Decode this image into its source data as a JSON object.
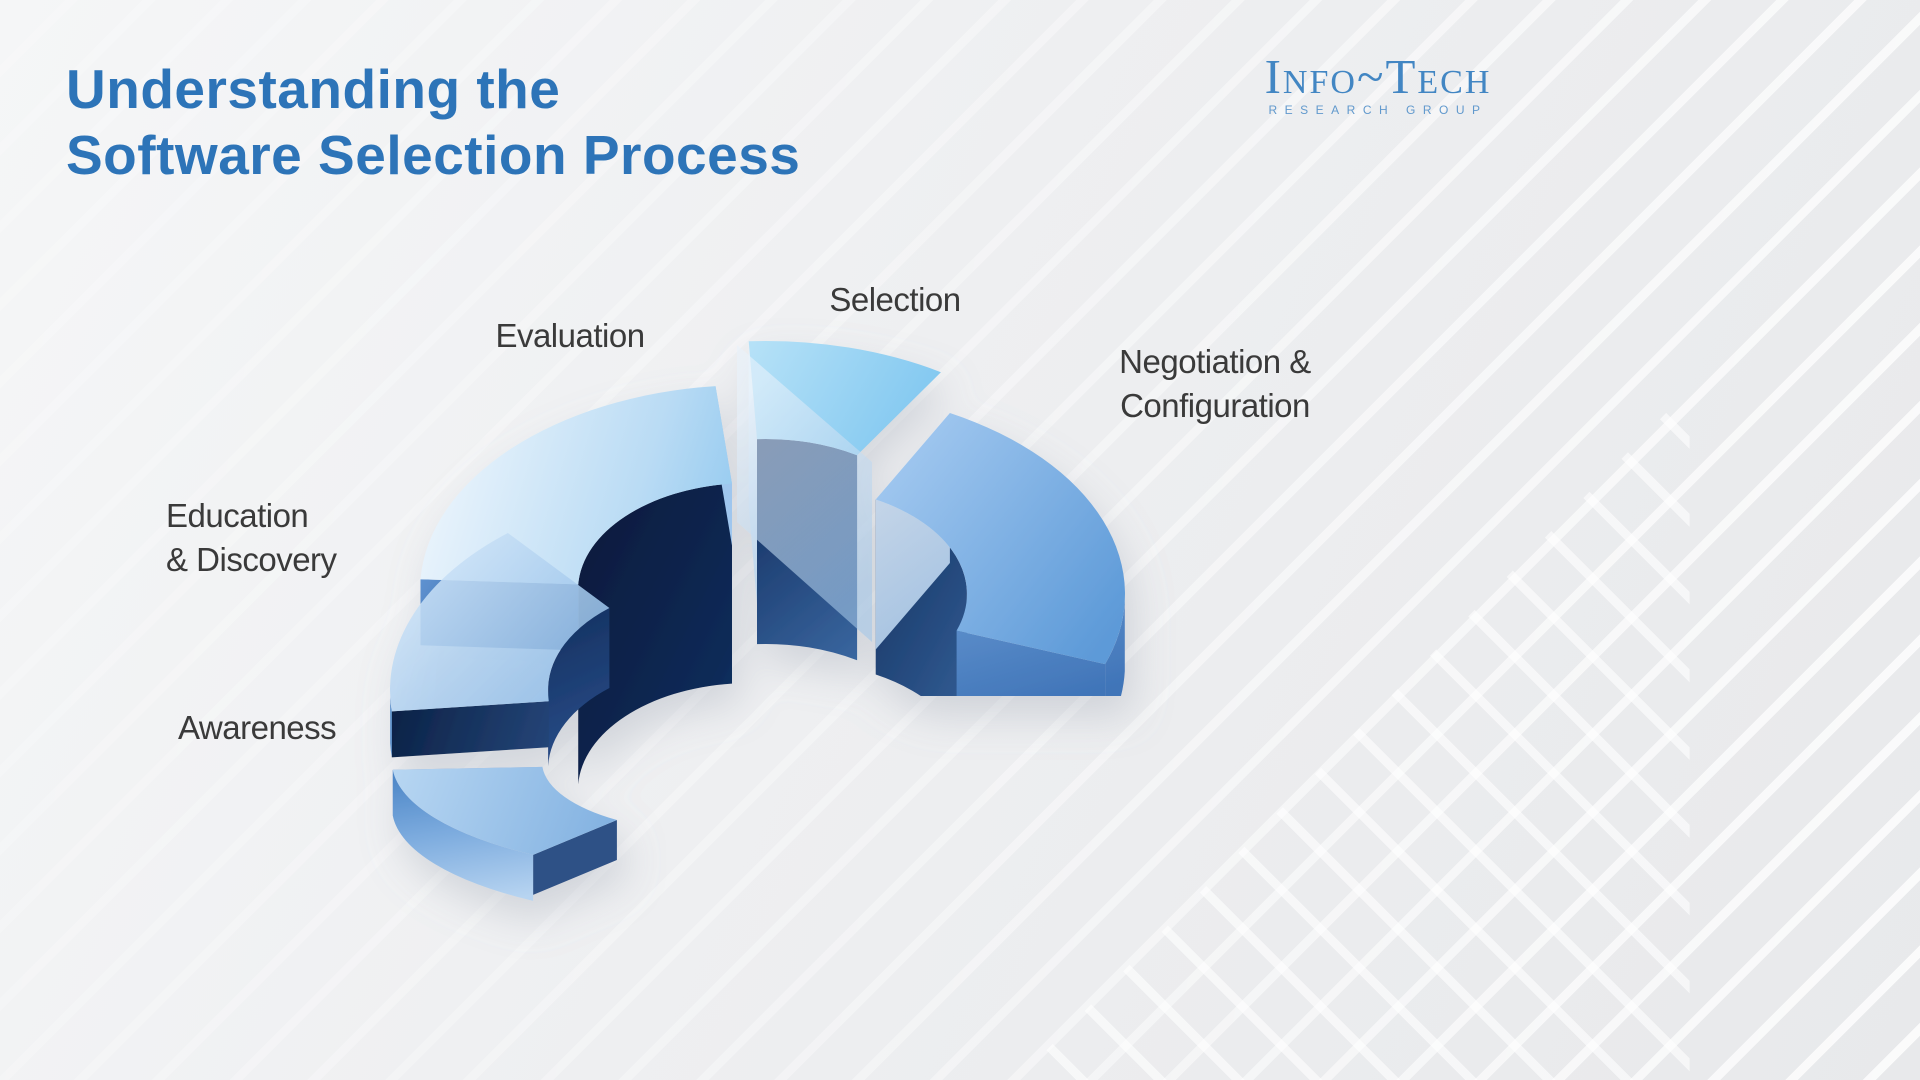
{
  "slide": {
    "title_line1": "Understanding the",
    "title_line2": "Software Selection Process"
  },
  "logo": {
    "brand": "Info~Tech",
    "subtitle": "RESEARCH GROUP"
  },
  "diagram": {
    "type": "process-ring-3d",
    "description": "Five-stage exploded 3D donut ring depicting the software selection process, stages stepping upward counter-clockwise from bottom-left",
    "segments": [
      {
        "id": "awareness",
        "label": "Awareness",
        "color": "#7cadde"
      },
      {
        "id": "education",
        "label": "Education\n& Discovery",
        "color": "#7fb2e4"
      },
      {
        "id": "evaluation",
        "label": "Evaluation",
        "color": "#5db2e9"
      },
      {
        "id": "selection",
        "label": "Selection",
        "color": "#8fd2f2"
      },
      {
        "id": "negotiation",
        "label": "Negotiation &\nConfiguration",
        "color": "#629dda"
      }
    ],
    "accent_navy": "#0d2a57",
    "accent_lavender": "#9aa8d0"
  },
  "colors": {
    "title": "#2d74b8",
    "labels": "#3a3a3a",
    "logo": "#4286c3",
    "background": "#ededee"
  }
}
